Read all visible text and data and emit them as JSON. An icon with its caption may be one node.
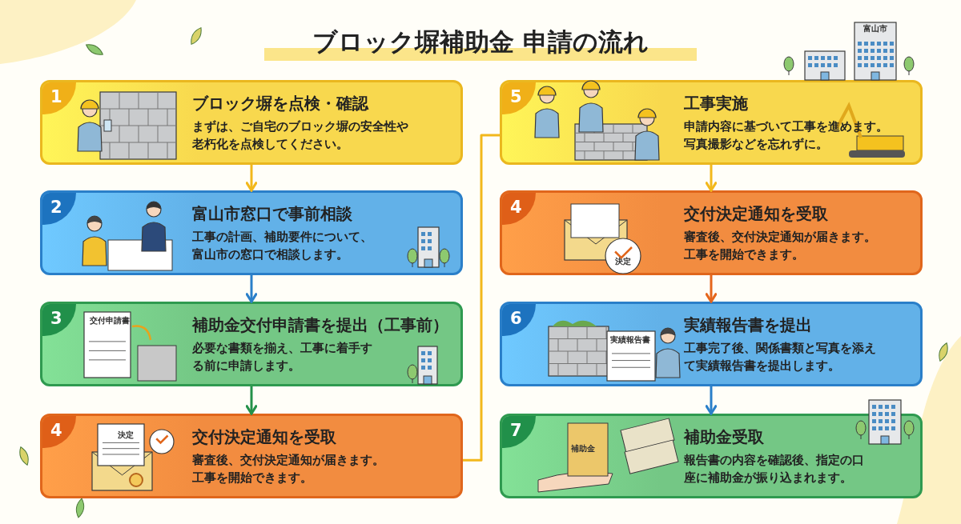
{
  "diagram": {
    "title": "ブロック塀補助金 申請の流れ",
    "nodes": [
      {
        "text": [
          "1",
          "ブロック塀を点検・確認",
          "まずは、ご自宅のブロック塀の安全性や老朽化を点検してください。"
        ]
      },
      {
        "text": [
          "2",
          "富山市窓口で事前相談",
          "工事の計画、補助要件について、富山市の窓口で相談します。"
        ]
      },
      {
        "text": [
          "3",
          "補助金交付申請書を提出（工事前）",
          "必要な書類を揃え、工事に着手する前に申請します。"
        ]
      },
      {
        "text": [
          "4",
          "交付決定通知を受取",
          "審査後、交付決定通知が届きます。工事を開始できます。"
        ]
      },
      {
        "text": [
          "5",
          "工事実施",
          "申請内容に基づいて工事を進めます。写真撮影などを忘れずに。"
        ]
      },
      {
        "text": [
          "4",
          "交付決定通知を受取",
          "審査後、交付決定通知が届きます。工事を開始できます。"
        ]
      },
      {
        "text": [
          "6",
          "実績報告書を提出",
          "工事完了後、関係書類と写真を添えて実績報告書を提出します。"
        ]
      },
      {
        "text": [
          "7",
          "補助金受取",
          "報告書の内容を確認後、指定の口座に補助金が振り込まれます。"
        ]
      }
    ],
    "edges": [
      {
        "from": 0,
        "to": 1,
        "arrow": "to"
      },
      {
        "from": 1,
        "to": 2,
        "arrow": "to",
        "color": "#2a7fc9"
      },
      {
        "from": 2,
        "to": 3,
        "arrow": "to",
        "color": "#23914a"
      },
      {
        "from": 3,
        "to": 4,
        "arrow": "none"
      },
      {
        "from": 4,
        "to": 5,
        "arrow": "to"
      },
      {
        "from": 5,
        "to": 6,
        "arrow": "to",
        "color": "#e5661c"
      },
      {
        "from": 6,
        "to": 7,
        "arrow": "to",
        "color": "#2a7fc9"
      }
    ],
    "labels": [
      "富山市",
      "交付申請書",
      "決定",
      "決定",
      "実績報告書",
      "補助金"
    ]
  }
}
